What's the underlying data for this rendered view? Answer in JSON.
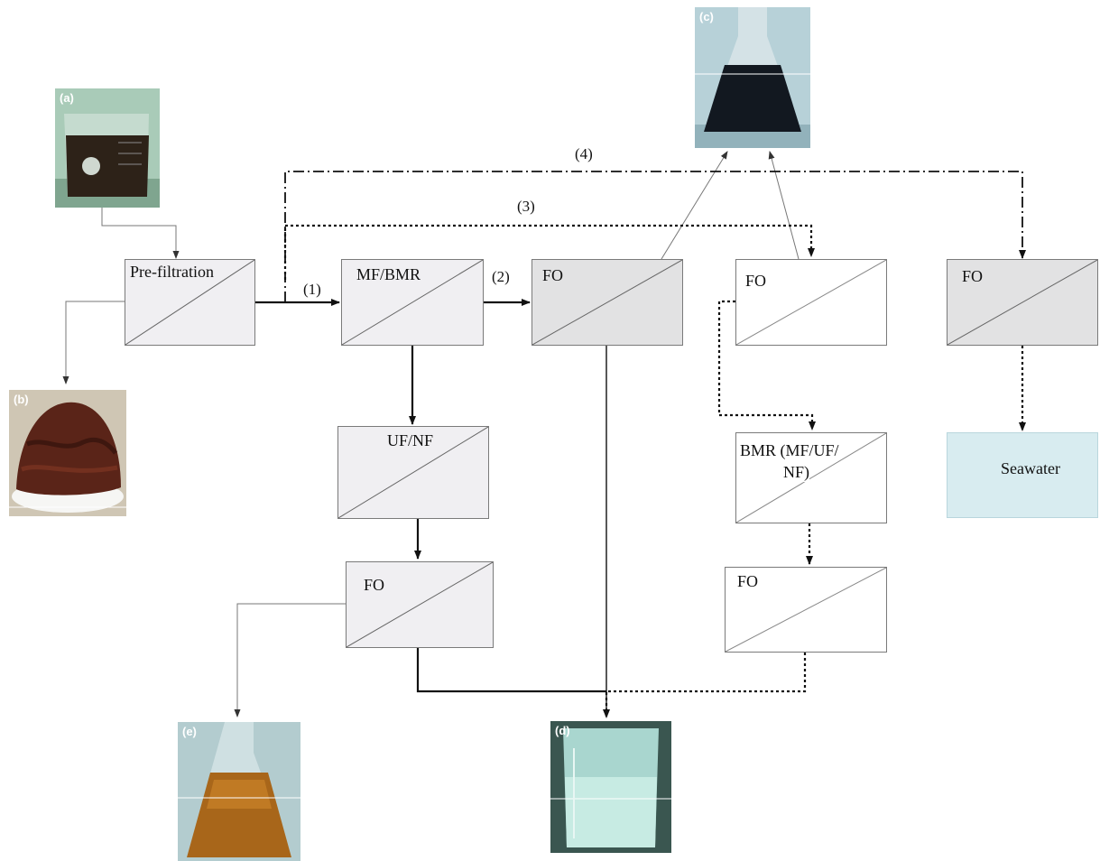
{
  "boxes": {
    "prefiltration": "Pre-filtration",
    "mf_bmr": "MF/BMR",
    "fo_main": "FO",
    "fo_route3": "FO",
    "fo_route4": "FO",
    "uf_nf": "UF/NF",
    "fo_lower": "FO",
    "bmr_line1": "BMR (MF/UF/",
    "bmr_line2": "NF)",
    "fo_bottom_right": "FO",
    "seawater": "Seawater"
  },
  "route_labels": {
    "r1": "(1)",
    "r2": "(2)",
    "r3": "(3)",
    "r4": "(4)"
  },
  "photos": {
    "a": "(a)",
    "b": "(b)",
    "c": "(c)",
    "d": "(d)",
    "e": "(e)"
  },
  "colors": {
    "box_light": "#f0eff2",
    "box_dark": "#e2e2e3",
    "seawater": "#d8ecf0",
    "line": "#111111"
  }
}
